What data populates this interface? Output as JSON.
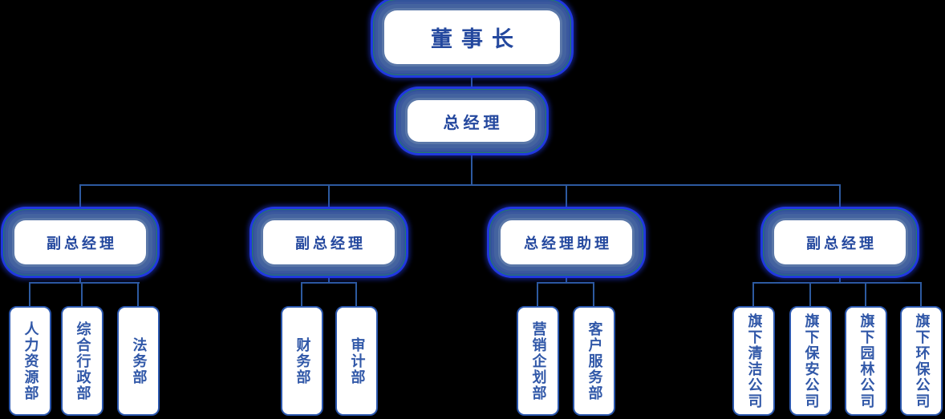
{
  "org": {
    "chairman": {
      "label": "董事长"
    },
    "general_manager": {
      "label": "总经理"
    },
    "level3": [
      {
        "label": "副总经理"
      },
      {
        "label": "副总经理"
      },
      {
        "label": "总经理助理"
      },
      {
        "label": "副总经理"
      }
    ],
    "groups": [
      {
        "children": [
          "人力资源部",
          "综合行政部",
          "法务部"
        ]
      },
      {
        "children": [
          "财务部",
          "审计部"
        ]
      },
      {
        "children": [
          "营销企划部",
          "客户服务部"
        ]
      },
      {
        "children": [
          "旗下清洁公司",
          "旗下保安公司",
          "旗下园林公司",
          "旗下环保公司"
        ]
      }
    ]
  },
  "colors": {
    "background": "#000000",
    "node_fill": "#ffffff",
    "node_text": "#24489e",
    "leaf_text": "#3158a8",
    "leaf_border": "#2b57ad",
    "connector": "#2d5aa0",
    "glow_inner": "#44639f",
    "glow_outer": "#2138e0",
    "glow_teal_ring": "#237a68"
  }
}
